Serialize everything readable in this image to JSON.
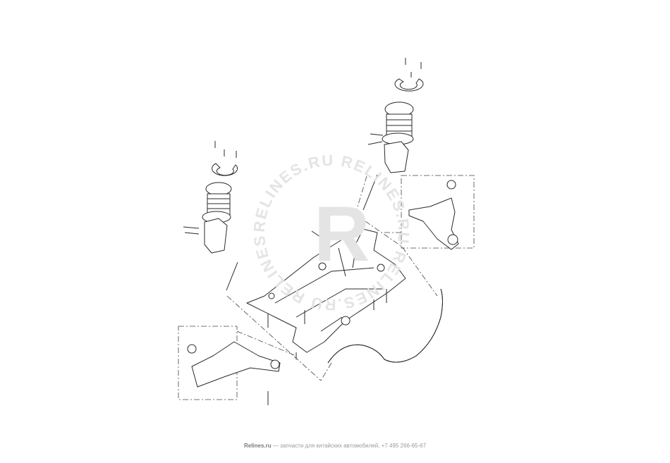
{
  "watermark": {
    "ring_text": "RELINES.RU RELINES.RU RELINES.RU RELINES.RU",
    "logo_letter": "R"
  },
  "footer": {
    "brand": "Relines.ru",
    "text": " — запчасти для китайских автомобилей, +7 495 266-65-67"
  },
  "colors": {
    "line": "#2a2a2a",
    "watermark": "#ececec",
    "footer": "#9a9a9a"
  }
}
